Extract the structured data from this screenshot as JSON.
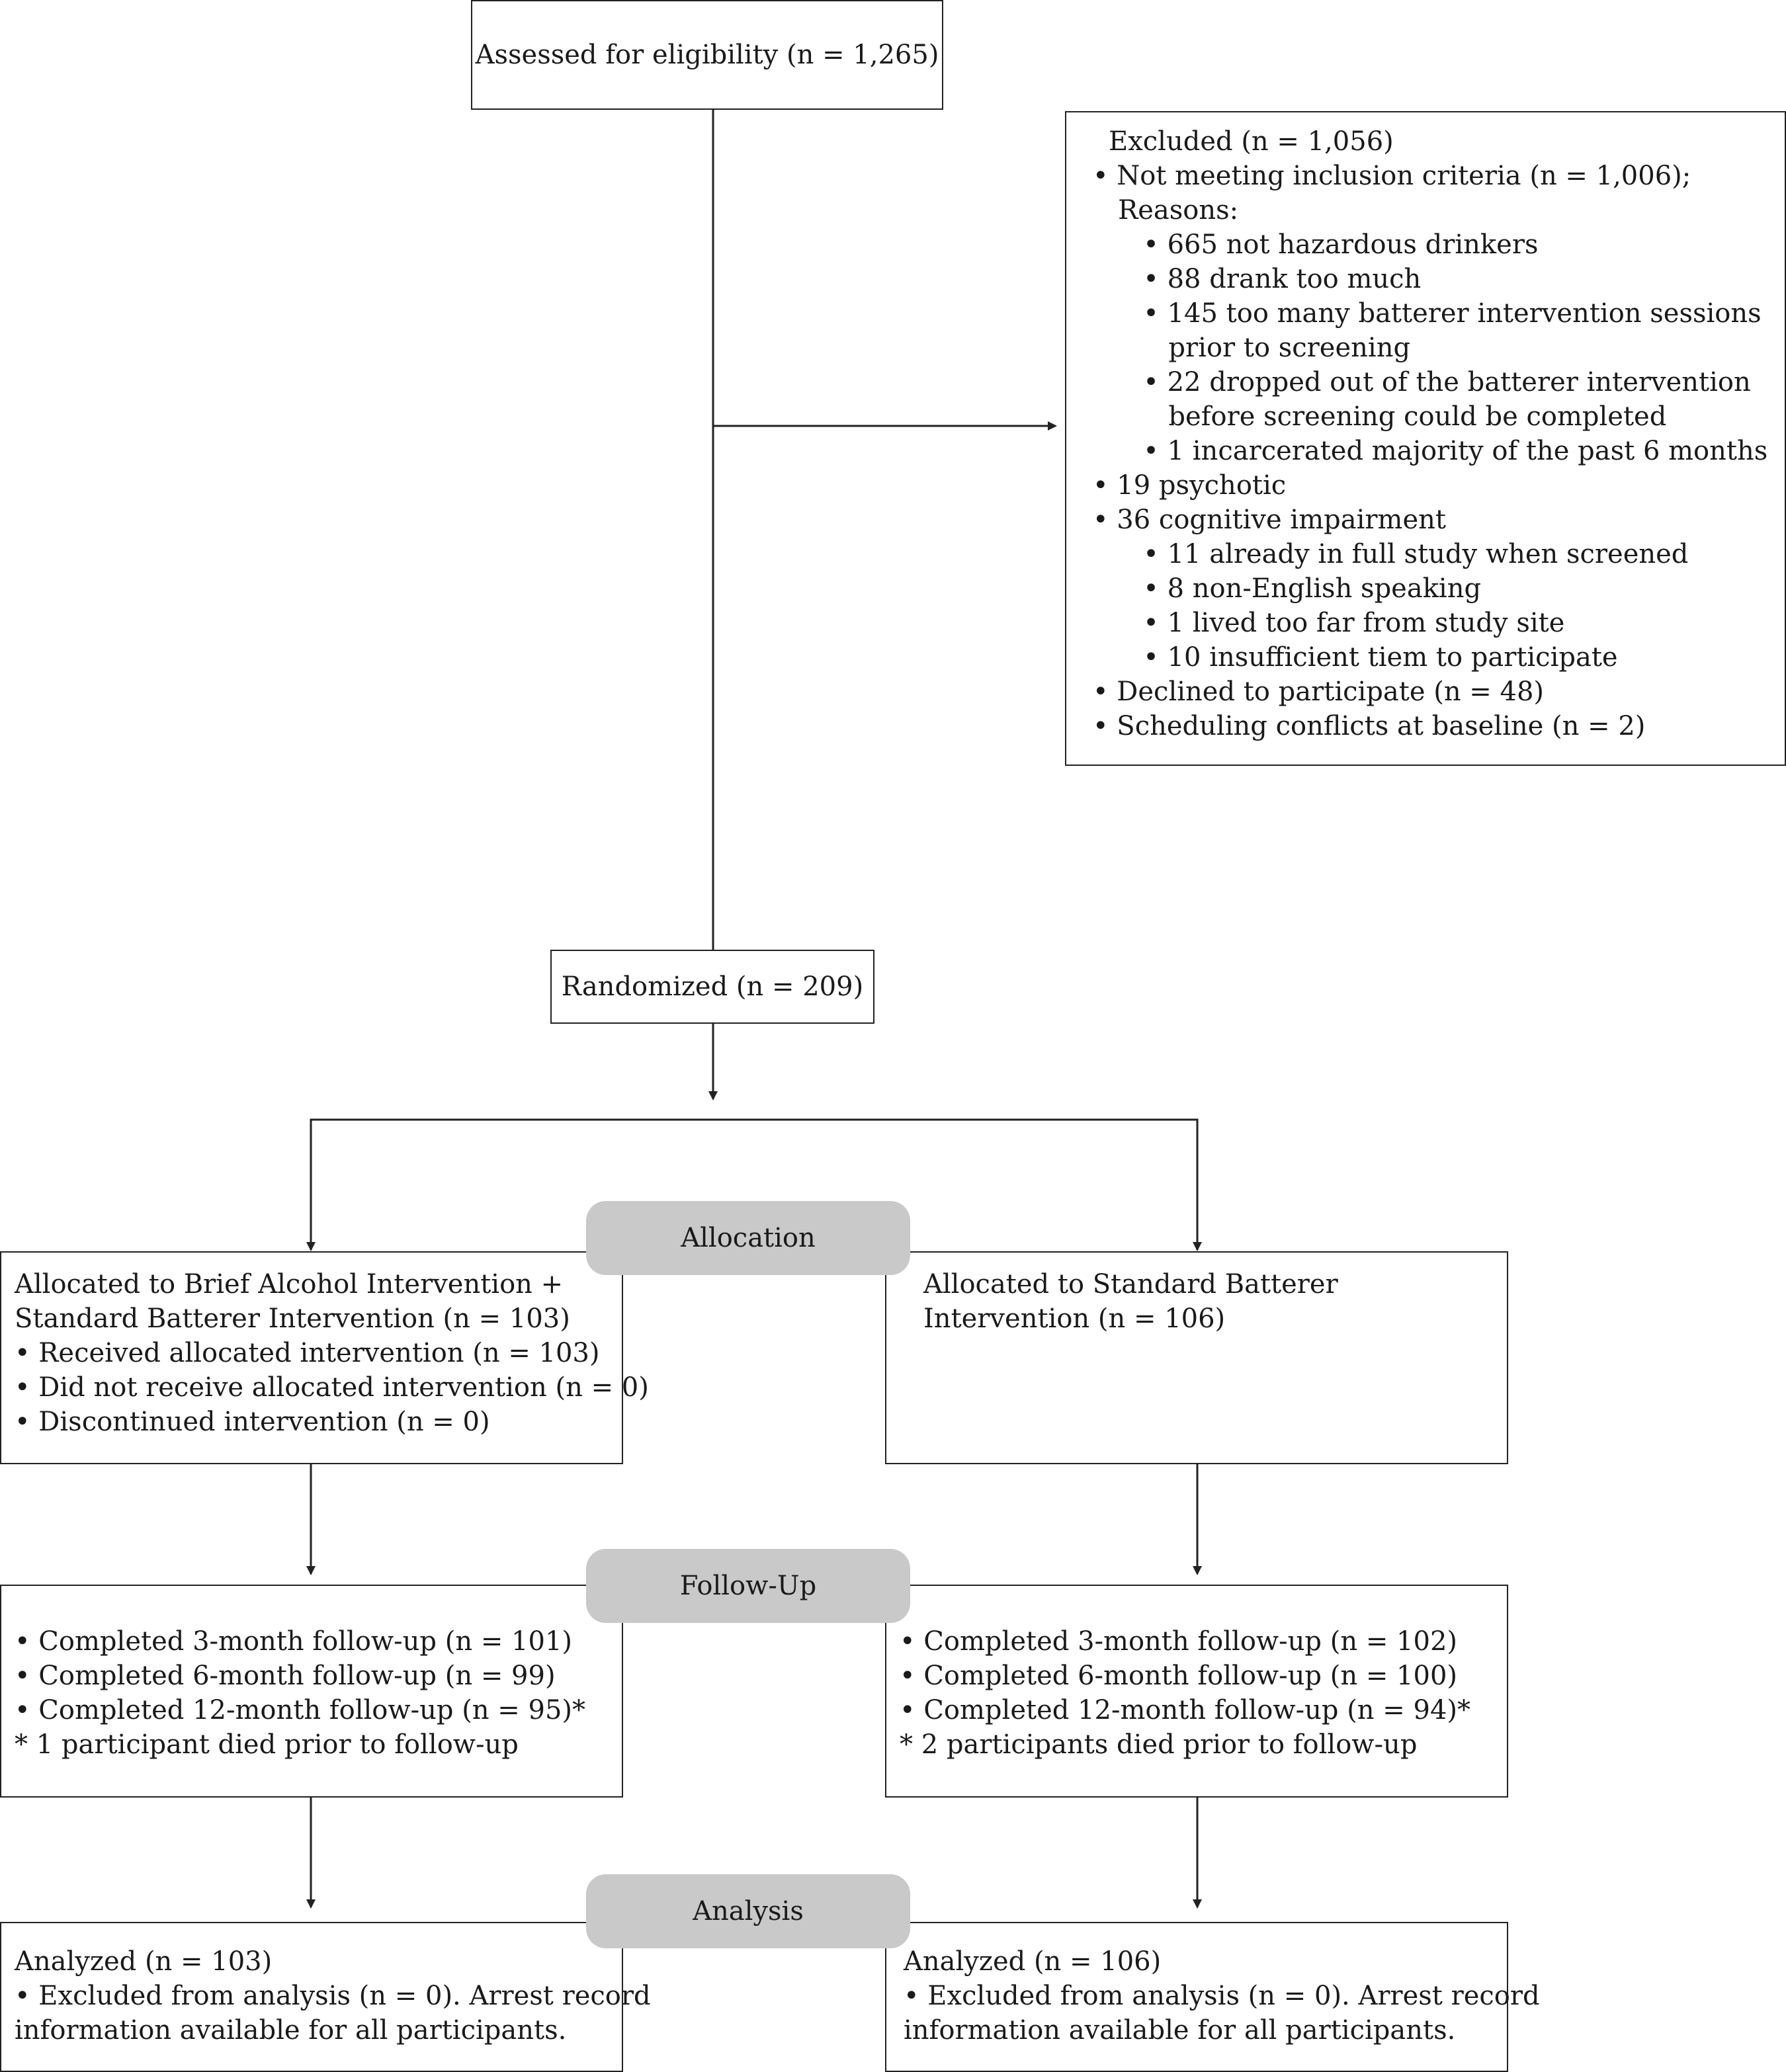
{
  "eligibility": {
    "text": "Assessed for eligibility (n = 1,265)"
  },
  "excluded": {
    "lines": [
      "Excluded (n = 1,056)",
      "• Not meeting inclusion criteria (n = 1,006);",
      "   Reasons:",
      "      • 665 not hazardous drinkers",
      "      • 88 drank too much",
      "      • 145 too many batterer intervention sessions",
      "         prior to screening",
      "      • 22 dropped out of the batterer intervention",
      "         before screening could be completed",
      "      • 1 incarcerated majority of the past 6 months",
      "• 19 psychotic",
      "• 36 cognitive impairment",
      "      • 11 already in full study when screened",
      "      • 8 non-English speaking",
      "      • 1 lived too far from study site",
      "      • 10 insufficient tiem to participate",
      "• Declined to participate (n = 48)",
      "• Scheduling conflicts at baseline (n = 2)"
    ]
  },
  "randomized": {
    "text": "Randomized (n = 209)"
  },
  "stages": {
    "allocation": "Allocation",
    "followup": "Follow-Up",
    "analysis": "Analysis"
  },
  "alloc_left": {
    "lines": [
      "Allocated to Brief Alcohol Intervention +",
      "Standard Batterer Intervention (n = 103)",
      "• Received allocated intervention (n = 103)",
      "• Did not receive allocated intervention (n = 0)",
      "• Discontinued intervention (n = 0)"
    ]
  },
  "alloc_right": {
    "lines": [
      "Allocated to Standard Batterer",
      "Intervention (n = 106)"
    ]
  },
  "follow_left": {
    "lines": [
      "• Completed 3-month follow-up (n = 101)",
      "• Completed 6-month follow-up (n = 99)",
      "• Completed 12-month follow-up (n = 95)*",
      "* 1 participant died prior to follow-up"
    ]
  },
  "follow_right": {
    "lines": [
      "• Completed 3-month follow-up (n = 102)",
      "• Completed 6-month follow-up (n = 100)",
      "• Completed 12-month follow-up (n = 94)*",
      "* 2 participants died prior to follow-up"
    ]
  },
  "analysis_left": {
    "lines": [
      "Analyzed (n = 103)",
      "• Excluded from analysis (n = 0). Arrest record",
      "information available for all participants."
    ]
  },
  "analysis_right": {
    "lines": [
      "Analyzed (n = 106)",
      "• Excluded from analysis (n = 0). Arrest record",
      "information available for all participants."
    ]
  }
}
